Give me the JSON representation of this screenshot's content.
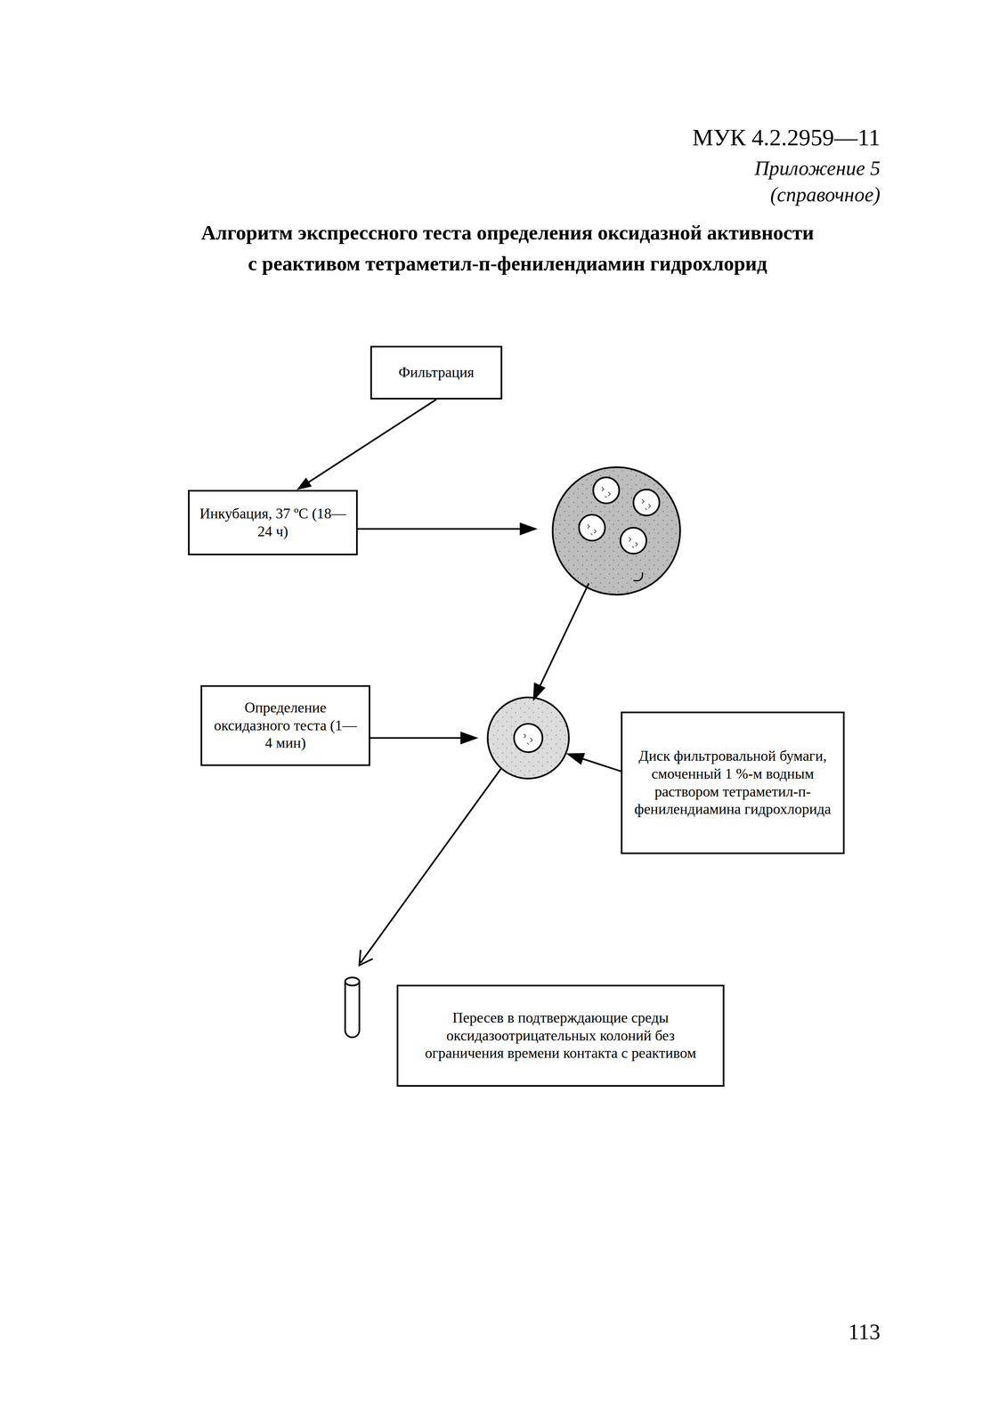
{
  "diagram": {
    "title": "Алгоритм экспрессного теста определения оксидазной активности с реактивом тетраметил-п-фенилендиамин гидрохлорид",
    "nodes": [
      {
        "text": [
          "Фильтрация"
        ]
      },
      {
        "text": [
          "Инкубация, 37 ºС (18—24 ч)"
        ]
      },
      {
        "text": [
          "Определение оксидазного теста (1—4 мин)"
        ]
      },
      {
        "text": [
          "Диск фильтровальной бумаги, смоченный 1 %-м водным раствором тетраметил-п-фенилендиамина гидрохлорида"
        ]
      },
      {
        "text": [
          "Пересев в подтверждающие среды оксидазоотрицательных колоний без ограничения времени контакта с реактивом"
        ]
      }
    ],
    "edges": [
      {
        "from": 0,
        "to": 1,
        "arrow": "to"
      }
    ],
    "labels": [
      "МУК 4.2.2959—11",
      "Приложение 5",
      "(справочное)",
      "113"
    ]
  }
}
